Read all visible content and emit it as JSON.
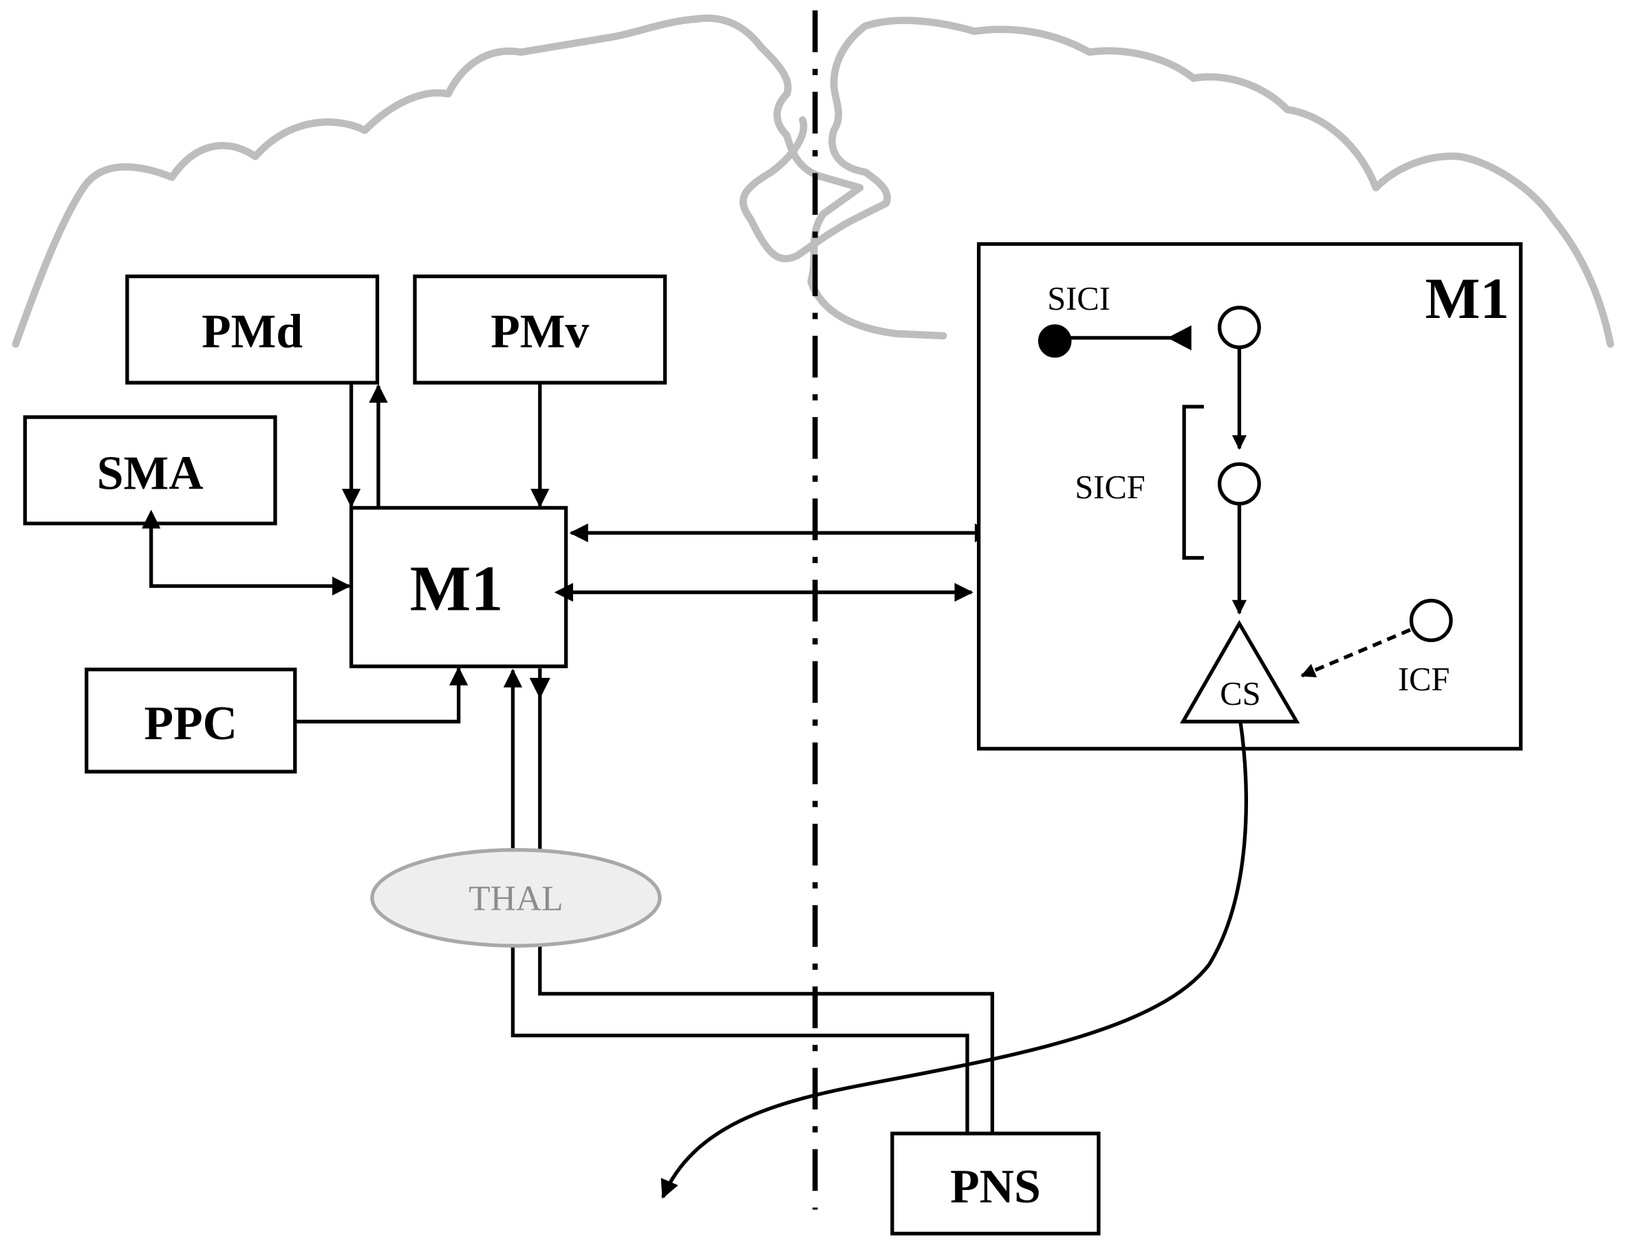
{
  "labels": {
    "pmd": "PMd",
    "pmv": "PMv",
    "sma": "SMA",
    "m1_left": "M1",
    "ppc": "PPC",
    "thal": "THAL",
    "pns": "PNS",
    "m1_right": "M1",
    "sici": "SICI",
    "sicf": "SICF",
    "icf": "ICF",
    "cs": "CS"
  },
  "colors": {
    "brain_outline": "#bdbdbd",
    "thal_fill": "#eeeeee",
    "thal_stroke": "#a8a8a8",
    "thal_text": "#8c8c8c",
    "line": "#000000"
  }
}
